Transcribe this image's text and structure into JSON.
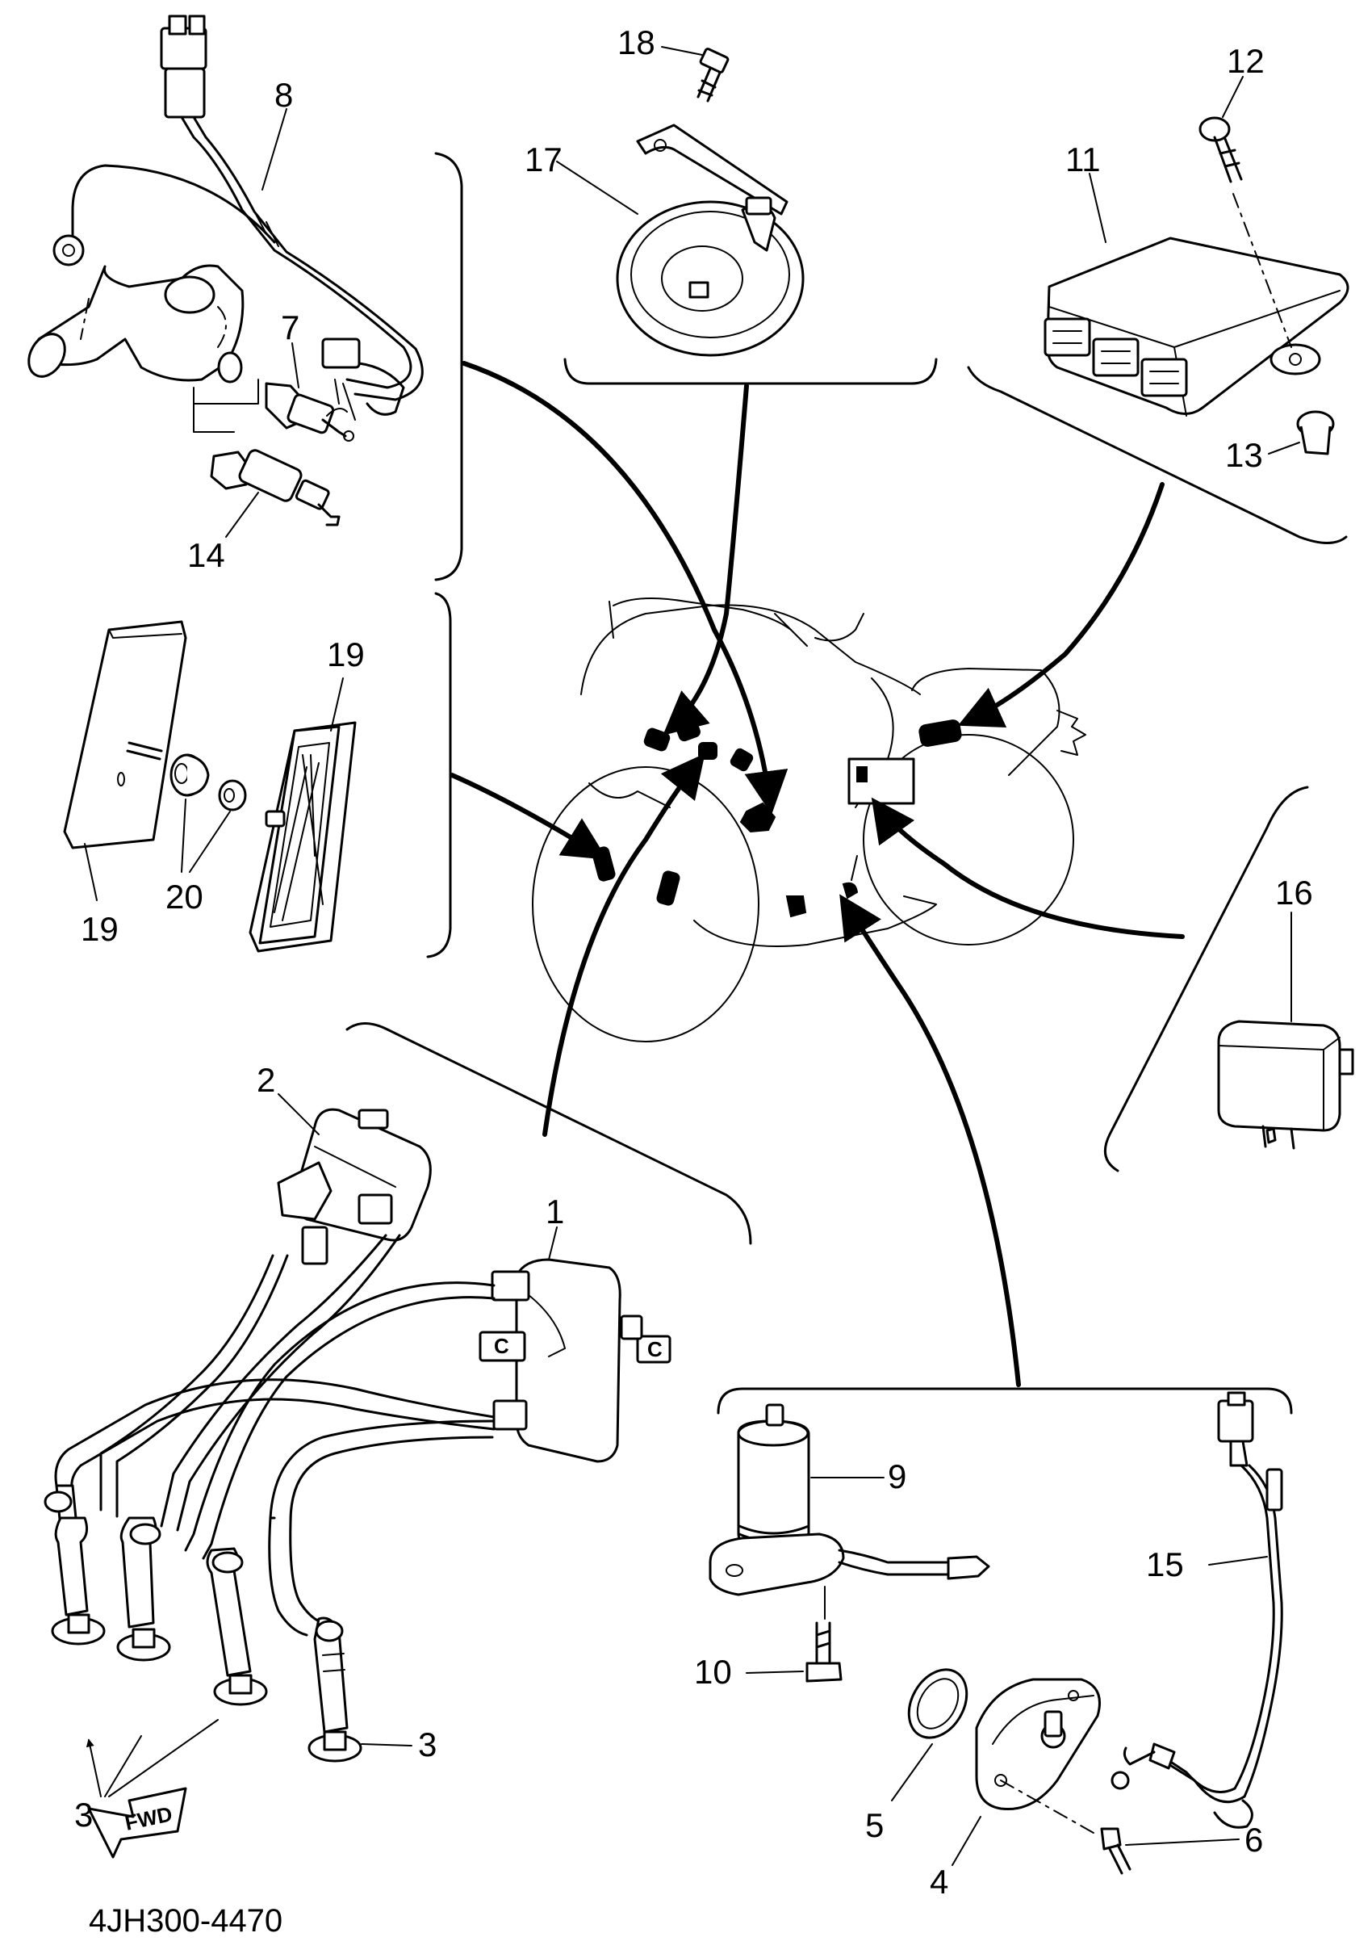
{
  "diagram_code": "4JH300-4470",
  "fwd_label": "FWD",
  "parts": {
    "p1": "1",
    "p2": "2",
    "p3a": "3",
    "p3b": "3",
    "p4": "4",
    "p5": "5",
    "p6": "6",
    "p7": "7",
    "p8": "8",
    "p9": "9",
    "p10": "10",
    "p11": "11",
    "p12": "12",
    "p13": "13",
    "p14": "14",
    "p15": "15",
    "p16": "16",
    "p17": "17",
    "p18": "18",
    "p19a": "19",
    "p19b": "19",
    "p20": "20"
  }
}
